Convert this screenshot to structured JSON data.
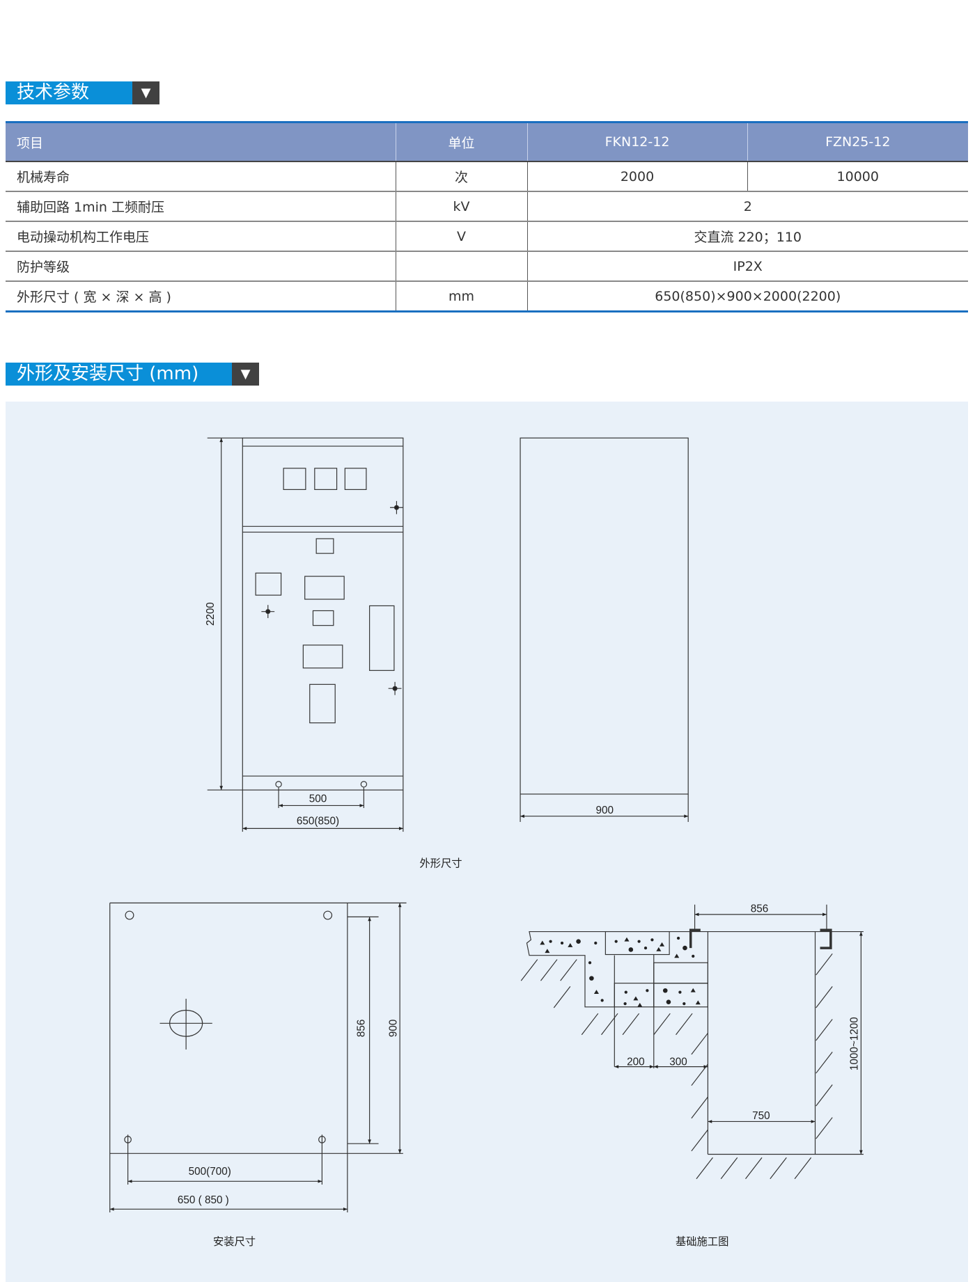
{
  "section1": {
    "title": "技术参数",
    "arrow_icon": "triangle-down"
  },
  "table": {
    "headers": [
      "项目",
      "单位",
      "FKN12-12",
      "FZN25-12"
    ],
    "rows": [
      {
        "item": "机械寿命",
        "unit": "次",
        "fkn": "2000",
        "fzn": "10000"
      },
      {
        "item": "辅助回路 1min 工频耐压",
        "unit": "kV",
        "value": "2"
      },
      {
        "item": "电动操动机构工作电压",
        "unit": "V",
        "value": "交直流 220；110"
      },
      {
        "item": "防护等级",
        "unit": "",
        "value": "IP2X"
      },
      {
        "item": "外形尺寸 ( 宽 × 深 × 高 )",
        "unit": "mm",
        "value": "650(850)×900×2000(2200)"
      }
    ]
  },
  "section2": {
    "title": "外形及安装尺寸 (mm)",
    "arrow_icon": "triangle-down"
  },
  "drawings": {
    "outline": {
      "caption": "外形尺寸",
      "height": "2200",
      "hole_spacing": "500",
      "width": "650(850)",
      "depth": "900"
    },
    "install": {
      "caption": "安装尺寸",
      "depth_inner": "856",
      "depth": "900",
      "hole_spacing": "500(700)",
      "width": "650 ( 850 )"
    },
    "foundation": {
      "caption": "基础施工图",
      "top_span": "856",
      "step1": "200",
      "step2": "300",
      "pit_width": "750",
      "pit_depth": "1000~1200"
    }
  }
}
